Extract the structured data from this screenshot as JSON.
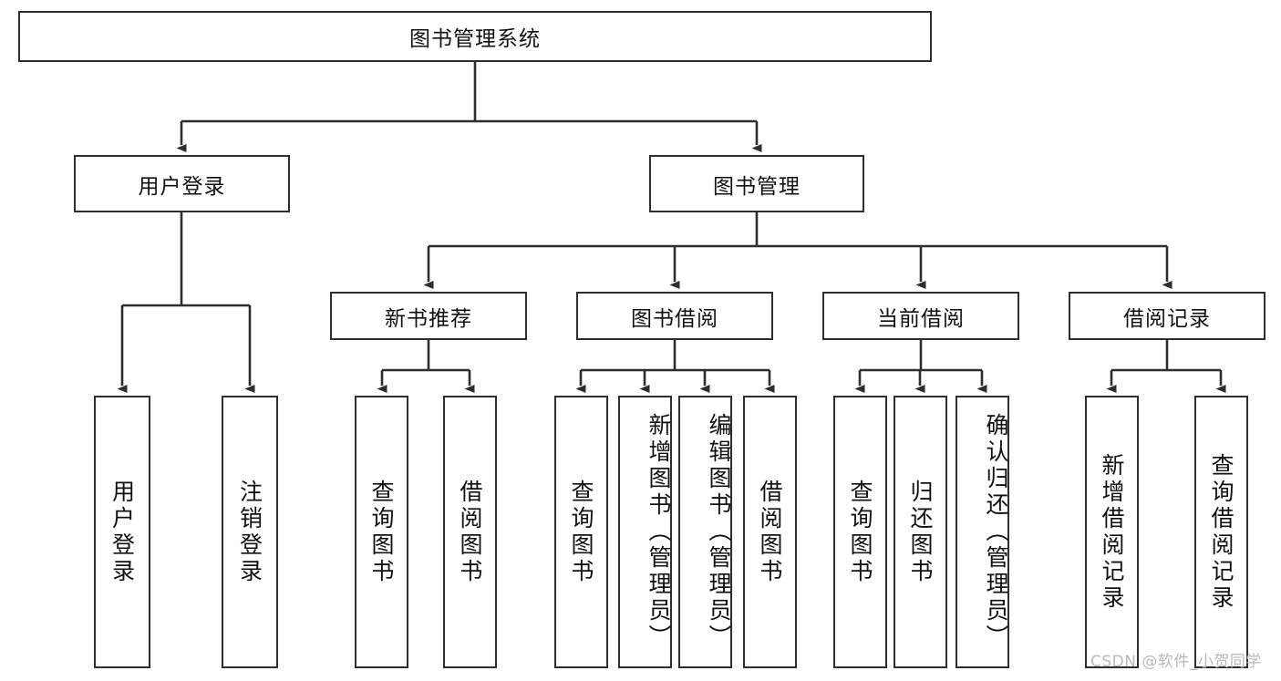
{
  "diagram": {
    "type": "tree",
    "title": "图书管理系统",
    "root": {
      "label": "图书管理系统"
    },
    "level2": [
      {
        "label": "用户登录"
      },
      {
        "label": "图书管理"
      }
    ],
    "level3": [
      {
        "label": "新书推荐"
      },
      {
        "label": "图书借阅"
      },
      {
        "label": "当前借阅"
      },
      {
        "label": "借阅记录"
      }
    ],
    "leaves": {
      "user_login": [
        {
          "label": "用户登录"
        },
        {
          "label": "注销登录"
        }
      ],
      "new_book_recommend": [
        {
          "label": "查询图书"
        },
        {
          "label": "借阅图书"
        }
      ],
      "book_borrow": [
        {
          "label": "查询图书"
        },
        {
          "label": "新增图书（管理员）"
        },
        {
          "label": "编辑图书（管理员）"
        },
        {
          "label": "借阅图书"
        }
      ],
      "current_borrow": [
        {
          "label": "查询图书"
        },
        {
          "label": "归还图书"
        },
        {
          "label": "确认归还（管理员）"
        }
      ],
      "borrow_record": [
        {
          "label": "新增借阅记录"
        },
        {
          "label": "查询借阅记录"
        }
      ]
    },
    "colors": {
      "stroke": "#2e2e2e",
      "fill": "#ffffff",
      "text": "#111111",
      "watermark": "#b9b9b9"
    }
  },
  "watermark": {
    "text": "CSDN @软件_小贺同学"
  }
}
